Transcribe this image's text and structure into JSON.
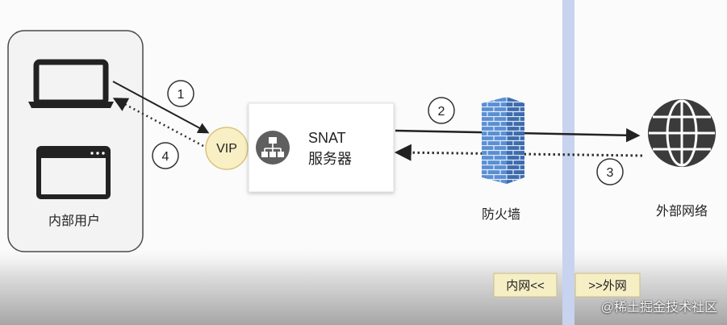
{
  "internal_users": {
    "label": "内部用户",
    "icons": [
      "laptop-icon",
      "browser-window-icon"
    ]
  },
  "vip": {
    "label": "VIP"
  },
  "snat_server": {
    "line1": "SNAT",
    "line2": "服务器",
    "icon": "sitemap-icon"
  },
  "firewall": {
    "label": "防火墙",
    "icon": "brick-wall-icon"
  },
  "external_network": {
    "label": "外部网络",
    "icon": "globe-icon"
  },
  "steps": [
    "1",
    "2",
    "3",
    "4"
  ],
  "zones": {
    "internal": "内网<<",
    "external": ">>外网"
  },
  "watermark": "@稀土掘金技术社区",
  "colors": {
    "vip_fill": "#f8efc4",
    "vip_stroke": "#d8c47c",
    "firewall_front": "#5a8fd4",
    "firewall_side": "#3d6cae",
    "divider_band": "#c7d3ef",
    "zone_fill": "#f6eec5",
    "zone_stroke": "#cdbd84",
    "icon_dark": "#3b3b3b",
    "server_icon": "#5f5f5f"
  }
}
